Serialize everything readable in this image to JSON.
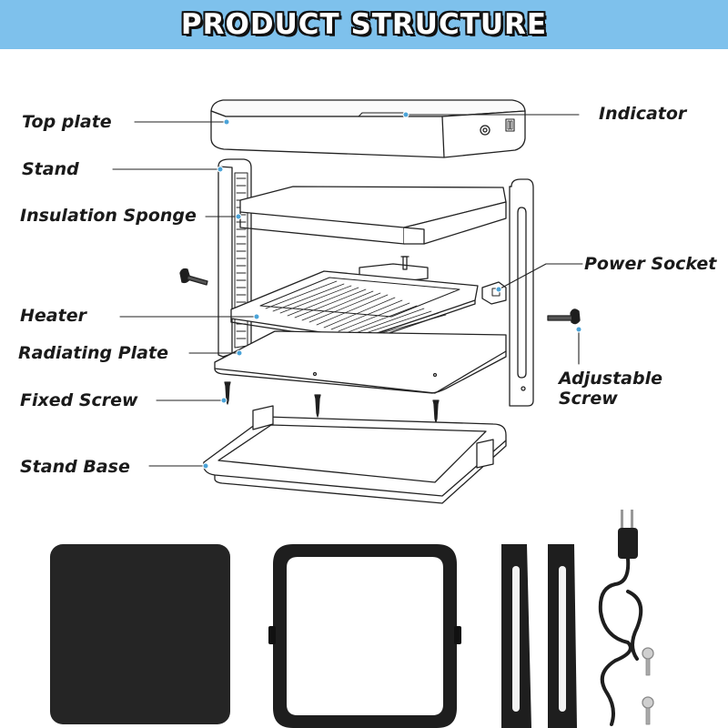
{
  "banner": {
    "title": "PRODUCT STRUCTURE",
    "background": "#7ec1ec"
  },
  "labels": {
    "top_plate": "Top plate",
    "stand": "Stand",
    "insulation_sponge": "Insulation Sponge",
    "heater": "Heater",
    "radiating_plate": "Radiating Plate",
    "fixed_screw": "Fixed Screw",
    "stand_base": "Stand Base",
    "indicator": "Indicator",
    "power_socket": "Power Socket",
    "adjustable_screw": "Adjustable\nScrew"
  },
  "colors": {
    "line": "#222222",
    "dot": "#4aa3d8",
    "part_black": "#1e1e1e"
  },
  "parts_photo": [
    "radiating-plate-photo",
    "stand-base-photo",
    "stand-pair-photo",
    "power-cord-photo",
    "screw-set-photo"
  ]
}
